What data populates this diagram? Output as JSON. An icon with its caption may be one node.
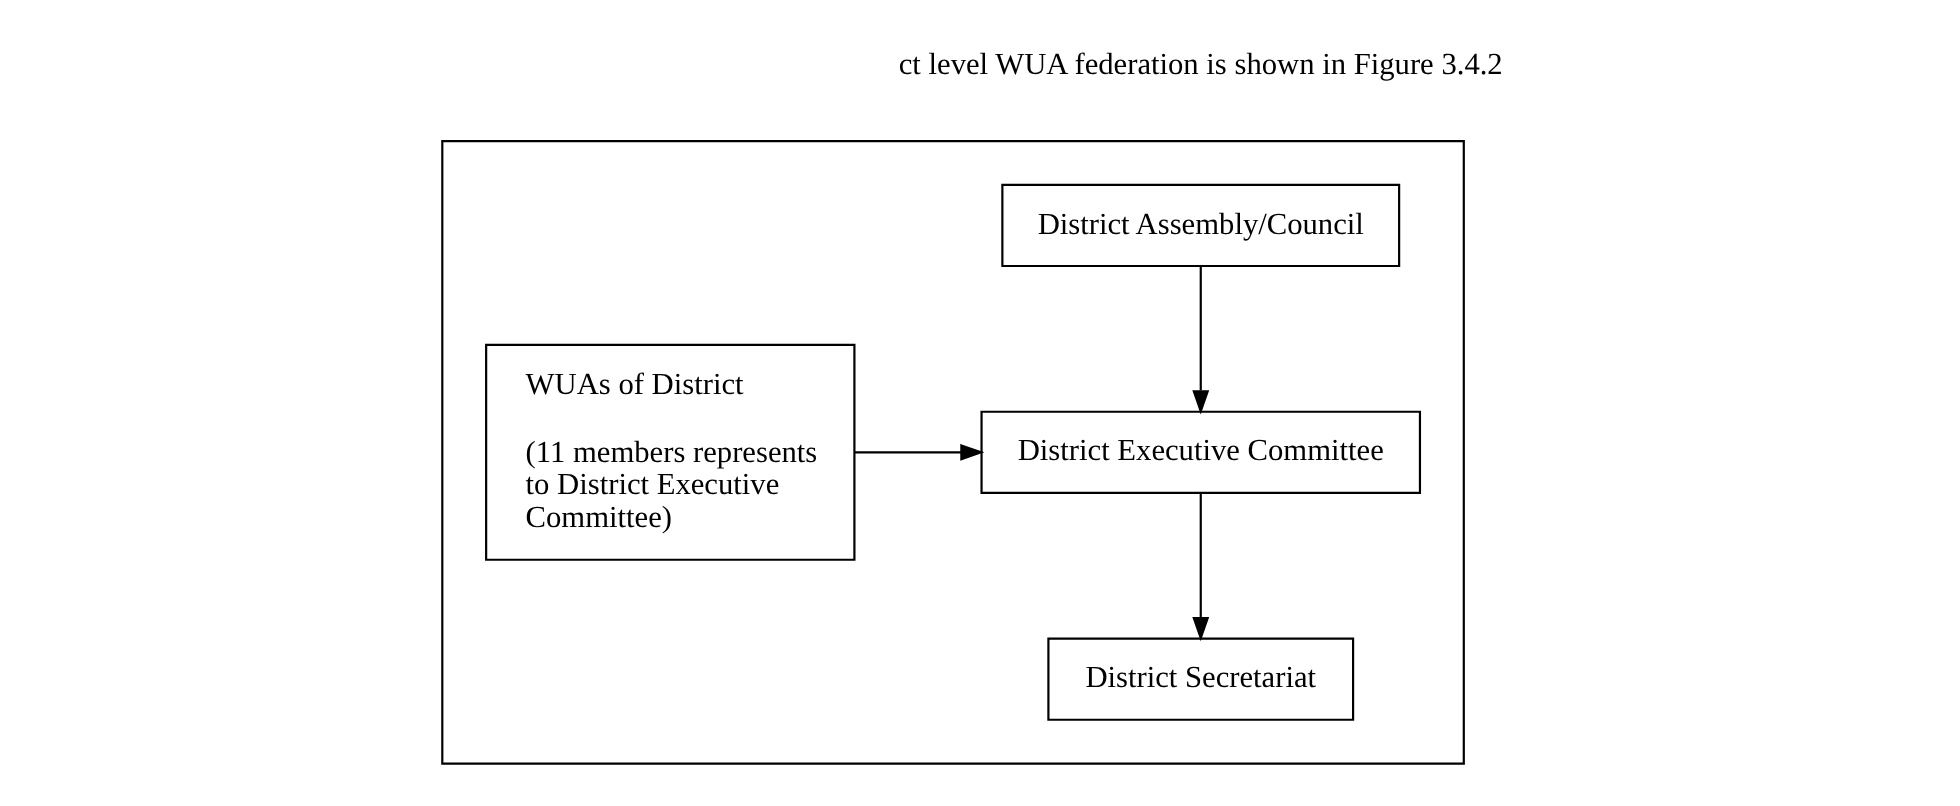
{
  "diagram": {
    "nodes": [
      {
        "text": [],
        "shape": "box"
      },
      {
        "text": [
          "District Assembly/Council"
        ],
        "in": 0
      },
      {
        "text": [
          "WUAs of District",
          "(11 members represents to District Executive Committee)"
        ],
        "in": 0
      },
      {
        "text": [
          "District Executive Committee"
        ],
        "in": 0
      },
      {
        "text": [
          "District Secretariat"
        ],
        "in": 0
      }
    ],
    "edges": [
      {
        "from": 1,
        "to": 3,
        "arrow": "to"
      },
      {
        "from": 2,
        "to": 3,
        "arrow": "to"
      },
      {
        "from": 3,
        "to": 4,
        "arrow": "to"
      }
    ],
    "labels": [
      "ct level WUA federation is shown in Figure 3.4.2"
    ]
  }
}
